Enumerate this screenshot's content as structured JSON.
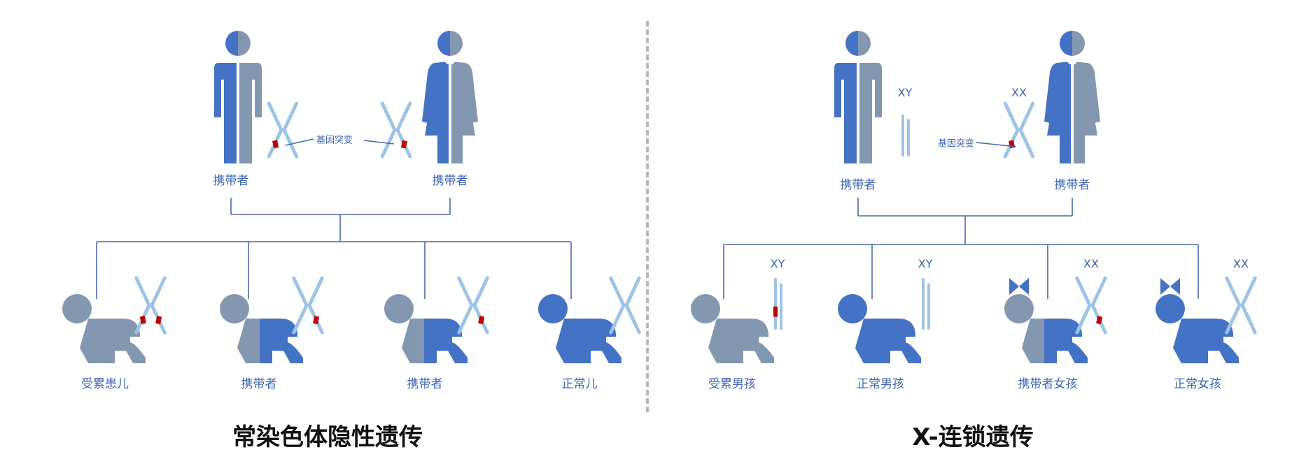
{
  "colors": {
    "blue": "#4472c4",
    "gray": "#8497b0",
    "chrom": "#9dc3e6",
    "mutation": "#c00000",
    "line": "#4a6aa8",
    "divider": "#b8b8b8"
  },
  "left": {
    "title": "常染色体隐性遗传",
    "mutation_label": "基因突变",
    "parents": [
      {
        "label": "携带者",
        "sex": "male"
      },
      {
        "label": "携带者",
        "sex": "female"
      }
    ],
    "children": [
      {
        "label": "受累患儿",
        "chrom_mutations": 2
      },
      {
        "label": "携带者",
        "chrom_mutations": 1
      },
      {
        "label": "携带者",
        "chrom_mutations": 1
      },
      {
        "label": "正常儿",
        "chrom_mutations": 0
      }
    ]
  },
  "right": {
    "title": "X-连锁遗传",
    "mutation_label": "基因突变",
    "parents": [
      {
        "label": "携带者",
        "sex": "male",
        "chrom_label": "XY"
      },
      {
        "label": "携带者",
        "sex": "female",
        "chrom_label": "XX"
      }
    ],
    "children": [
      {
        "label": "受累男孩",
        "chrom_label": "XY"
      },
      {
        "label": "正常男孩",
        "chrom_label": "XY"
      },
      {
        "label": "携带者女孩",
        "chrom_label": "XX"
      },
      {
        "label": "正常女孩",
        "chrom_label": "XX"
      }
    ]
  }
}
